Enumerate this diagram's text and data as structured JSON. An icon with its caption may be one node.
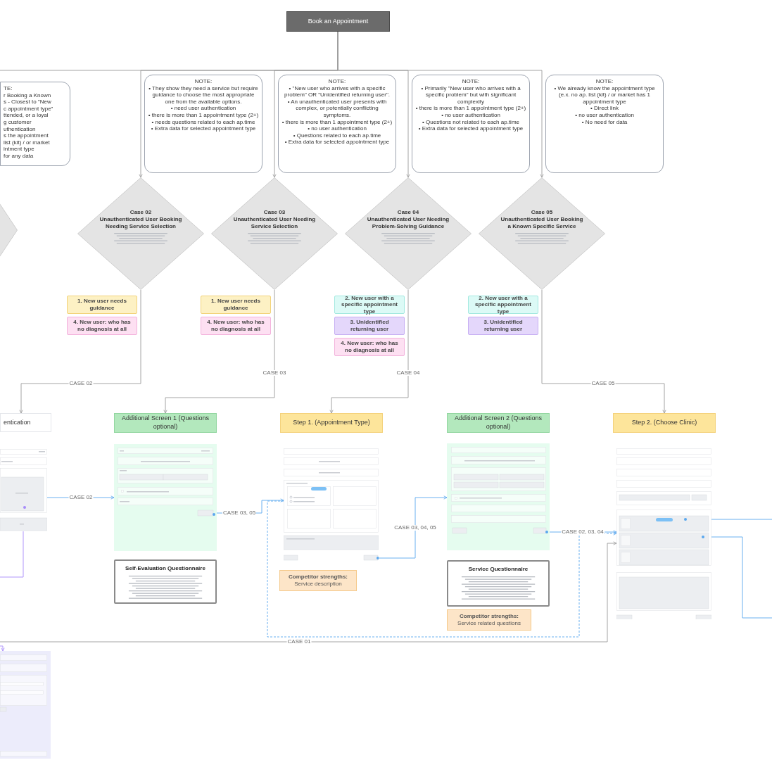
{
  "diagram": {
    "nodes": [
      {
        "text": [
          "Book an Appointment"
        ]
      },
      {
        "text": [
          "TE:",
          "r Booking a Known",
          "s - Closest to \"New",
          "c appointment type\"",
          "ttended, or a loyal",
          "g customer",
          "uthentication",
          "s the appointment",
          "list (kit) / or market",
          "intment type",
          "for any data"
        ]
      },
      {
        "text": [
          "NOTE:",
          "• They show they need a service but require guidance to choose the most appropriate one from the available options.",
          "• need user authentication",
          "• there is more than 1 appointment type (2+)",
          "• needs questions related to each ap.time",
          "• Extra data for selected appointment type"
        ]
      },
      {
        "text": [
          "NOTE:",
          "• \"New user who arrives with a specific problem\" OR \"Unidentified returning user\".",
          "• An unauthenticated user presents with complex, or potentially conflicting symptoms.",
          "• there is more than 1 appointment type (2+)",
          "• no user authentication",
          "• Questions related to each ap.time",
          "• Extra data for selected appointment type"
        ]
      },
      {
        "text": [
          "NOTE:",
          "• Primarily \"New user who arrives with a specific problem\" but with significant complexity",
          "• there is more than 1 appointment type (2+)",
          "• no user authentication",
          "• Questions not related to each ap.time",
          "• Extra data for selected appointment type"
        ]
      },
      {
        "text": [
          "NOTE:",
          "• We already know the appointment type (e.x. no ap. list (kit) / or market has 1 appointment type",
          "• Direct link",
          "• no user authentication",
          "• No need for data"
        ]
      },
      {
        "text": [],
        "shape": "diamond"
      },
      {
        "text": [
          "Case 02",
          "Unauthenticated User Booking Needing Service Selection"
        ]
      },
      {
        "text": [
          "Case 03",
          "Unauthenticated User Needing Service Selection"
        ]
      },
      {
        "text": [
          "Case 04",
          "Unauthenticated User Needing Problem-Solving Guidance"
        ]
      },
      {
        "text": [
          "Case 05",
          "Unauthenticated User Booking a Known Specific Service"
        ]
      },
      {
        "text": [
          "1. New user needs guidance"
        ]
      },
      {
        "text": [
          "1. New user needs guidance"
        ]
      },
      {
        "text": [
          "2. New user with a specific appointment type"
        ]
      },
      {
        "text": [
          "2. New user with a specific appointment type"
        ]
      },
      {
        "text": [
          "4. New user: who has no diagnosis at all"
        ]
      },
      {
        "text": [
          "4. New user: who has no diagnosis at all"
        ]
      },
      {
        "text": [
          "3. Unidentified returning user"
        ]
      },
      {
        "text": [
          "3. Unidentified returning user"
        ]
      },
      {
        "text": [
          "4. New user: who has no diagnosis at all"
        ]
      },
      {
        "text": [
          "entication"
        ]
      },
      {
        "text": [
          "Additional Screen 1 (Questions optional)"
        ]
      },
      {
        "text": [
          "Step 1. (Appointment Type)"
        ]
      },
      {
        "text": [
          "Additional Screen 2 (Questions optional)"
        ]
      },
      {
        "text": [
          "Step 2. (Choose Clinic)"
        ]
      },
      {
        "text": [],
        "shape": "picture"
      },
      {
        "text": [],
        "shape": "picture"
      },
      {
        "text": [],
        "shape": "picture"
      },
      {
        "text": [],
        "shape": "picture"
      },
      {
        "text": [],
        "shape": "picture"
      },
      {
        "text": [
          "Self-Evaluation Questionnaire"
        ]
      },
      {
        "text": [
          "Competitor strengths:",
          "Service description"
        ]
      },
      {
        "text": [
          "Service Questionnaire"
        ]
      },
      {
        "text": [
          "Competitor strengths:",
          "Service related questions"
        ]
      },
      {
        "text": [],
        "shape": "picture"
      }
    ],
    "edges": [
      {
        "from": 0,
        "to": null,
        "arrow": "none"
      },
      {
        "from": 0,
        "to": 7,
        "arrow": "to"
      },
      {
        "from": 0,
        "to": 8,
        "arrow": "to"
      },
      {
        "from": 0,
        "to": 9,
        "arrow": "to"
      },
      {
        "from": 0,
        "to": 10,
        "arrow": "to"
      },
      {
        "from": 7,
        "to": 20,
        "arrow": "to",
        "label": "CASE 02"
      },
      {
        "from": 8,
        "to": 21,
        "arrow": "to",
        "label": "CASE 03"
      },
      {
        "from": 9,
        "to": 22,
        "arrow": "to",
        "label": "CASE 04"
      },
      {
        "from": 10,
        "to": 24,
        "arrow": "to",
        "label": "CASE 05"
      },
      {
        "from": 25,
        "to": 26,
        "arrow": "to",
        "label": "CASE 02",
        "color": "#5aa7ee"
      },
      {
        "from": 25,
        "to": null,
        "arrow": "none",
        "color": "#a78bfa"
      },
      {
        "from": null,
        "to": 34,
        "arrow": "to",
        "color": "#a78bfa"
      },
      {
        "from": 26,
        "to": 27,
        "arrow": "to",
        "label": "CASE 03, 05",
        "color": "#5aa7ee"
      },
      {
        "from": 27,
        "to": 29,
        "arrow": "to",
        "style": "dashed",
        "color": "#5aa7ee"
      },
      {
        "from": 27,
        "to": 28,
        "arrow": "to",
        "label": "CASE 03, 04, 05",
        "color": "#5aa7ee"
      },
      {
        "from": 28,
        "to": 29,
        "arrow": "to",
        "label": "CASE 02, 03, 04",
        "color": "#5aa7ee"
      },
      {
        "from": null,
        "to": 29,
        "arrow": "to",
        "label": "CASE 01"
      },
      {
        "from": 29,
        "to": null,
        "arrow": "none",
        "color": "#5aa7ee"
      },
      {
        "from": 29,
        "to": null,
        "arrow": "none",
        "color": "#5aa7ee"
      }
    ]
  }
}
